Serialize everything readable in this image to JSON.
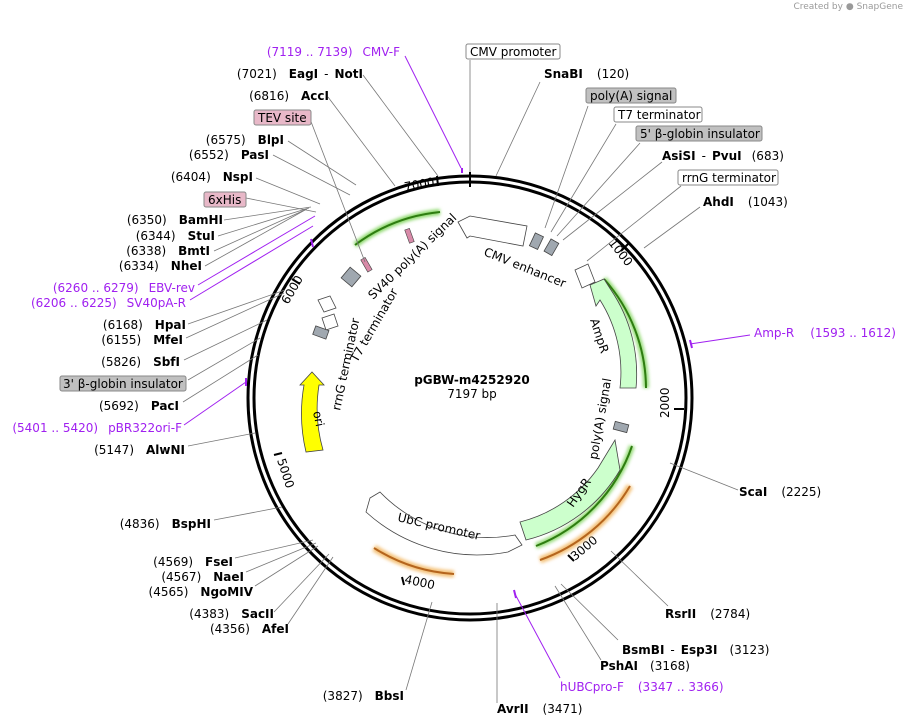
{
  "credit": {
    "prefix": "Created by",
    "brand": "SnapGene"
  },
  "plasmid": {
    "name": "pGBW-m4252920",
    "size_label": "7197 bp",
    "length": 7197
  },
  "ticks": [
    "1000",
    "2000",
    "3000",
    "4000",
    "5000",
    "6000",
    "7000"
  ],
  "features": [
    {
      "label": "CMV enhancer",
      "color": "#ffffff"
    },
    {
      "label": "CMV promoter",
      "color": "#ffffff"
    },
    {
      "label": "AmpR",
      "color": "#ccffcc"
    },
    {
      "label": "poly(A) signal",
      "color": "#ffffff"
    },
    {
      "label": "HygR",
      "color": "#ccffcc"
    },
    {
      "label": "UbC promoter",
      "color": "#ffffff"
    },
    {
      "label": "ori",
      "color": "#ffff00"
    },
    {
      "label": "rrnG terminator",
      "color": "#ffffff"
    },
    {
      "label": "T7 terminator",
      "color": "#ffffff"
    },
    {
      "label": "SV40 poly(A) signal",
      "color": "#ffffff"
    }
  ],
  "enzymes": [
    {
      "name": "SnaBI",
      "pos": "(120)"
    },
    {
      "name": "AsiSI",
      "name2": "PvuI",
      "pos": "(683)"
    },
    {
      "name": "AhdI",
      "pos": "(1043)"
    },
    {
      "name": "ScaI",
      "pos": "(2225)"
    },
    {
      "name": "RsrII",
      "pos": "(2784)"
    },
    {
      "name": "BsmBI",
      "name2": "Esp3I",
      "pos": "(3123)"
    },
    {
      "name": "PshAI",
      "pos": "(3168)"
    },
    {
      "name": "AvrII",
      "pos": "(3471)"
    },
    {
      "name": "BbsI",
      "pos": "(3827)"
    },
    {
      "name": "AfeI",
      "pos": "(4356)"
    },
    {
      "name": "SacII",
      "pos": "(4383)"
    },
    {
      "name": "NgoMIV",
      "pos": "(4565)"
    },
    {
      "name": "NaeI",
      "pos": "(4567)"
    },
    {
      "name": "FseI",
      "pos": "(4569)"
    },
    {
      "name": "BspHI",
      "pos": "(4836)"
    },
    {
      "name": "AlwNI",
      "pos": "(5147)"
    },
    {
      "name": "PacI",
      "pos": "(5692)"
    },
    {
      "name": "SbfI",
      "pos": "(5826)"
    },
    {
      "name": "MfeI",
      "pos": "(6155)"
    },
    {
      "name": "HpaI",
      "pos": "(6168)"
    },
    {
      "name": "NheI",
      "pos": "(6334)"
    },
    {
      "name": "BmtI",
      "pos": "(6338)"
    },
    {
      "name": "StuI",
      "pos": "(6344)"
    },
    {
      "name": "BamHI",
      "pos": "(6350)"
    },
    {
      "name": "NspI",
      "pos": "(6404)"
    },
    {
      "name": "PasI",
      "pos": "(6552)"
    },
    {
      "name": "BlpI",
      "pos": "(6575)"
    },
    {
      "name": "AccI",
      "pos": "(6816)"
    },
    {
      "name": "EagI",
      "name2": "NotI",
      "pos": "(7021)"
    }
  ],
  "primers": [
    {
      "name": "CMV-F",
      "range": "(7119 .. 7139)"
    },
    {
      "name": "Amp-R",
      "range": "(1593 .. 1612)"
    },
    {
      "name": "hUBCpro-F",
      "range": "(3347 .. 3366)"
    },
    {
      "name": "pBR322ori-F",
      "range": "(5401 .. 5420)"
    },
    {
      "name": "SV40pA-R",
      "range": "(6206 .. 6225)"
    },
    {
      "name": "EBV-rev",
      "range": "(6260 .. 6279)"
    }
  ],
  "boxed_labels": [
    {
      "label": "CMV promoter",
      "fill": "#ffffff"
    },
    {
      "label": "poly(A) signal",
      "fill": "#c0c0c0"
    },
    {
      "label": "T7 terminator",
      "fill": "#ffffff"
    },
    {
      "label": "5' β-globin insulator",
      "fill": "#c0c0c0"
    },
    {
      "label": "rrnG terminator",
      "fill": "#ffffff"
    },
    {
      "label": "TEV site",
      "fill": "#e8b8c8"
    },
    {
      "label": "6xHis",
      "fill": "#e8b8c8"
    },
    {
      "label": "3' β-globin insulator",
      "fill": "#c0c0c0"
    }
  ],
  "colors": {
    "primer": "#a020f0",
    "gene": "#ccffcc",
    "ori": "#ffff00",
    "insulator": "#a0a8b0"
  }
}
